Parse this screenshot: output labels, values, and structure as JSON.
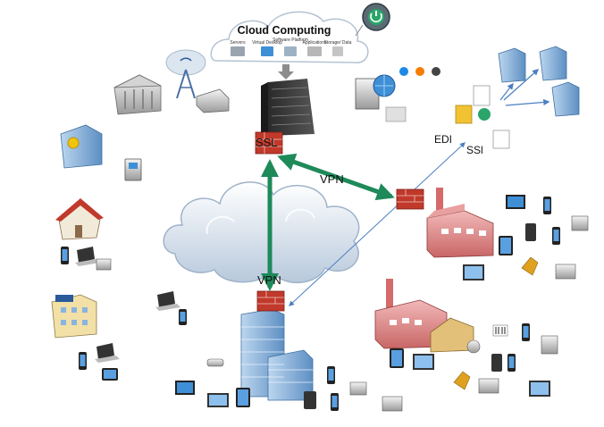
{
  "cloud_computing": {
    "title": "Cloud Computing",
    "services": [
      {
        "label": "Servers"
      },
      {
        "label": "Virtual Desktop"
      },
      {
        "label": "Software Platform"
      },
      {
        "label": "Applications"
      },
      {
        "label": "Storage/ Data"
      }
    ],
    "badge_icon": "power-button-icon"
  },
  "connections": {
    "ssl_label": "SSL",
    "vpn_label_top": "VPN",
    "vpn_label_bottom": "VPN",
    "edi_label": "EDI",
    "ssl_label_right": "SSl"
  },
  "icons": {
    "bank": "bank-building-icon",
    "wifi_tower": "wifi-tower-icon",
    "fax": "fax-machine-icon",
    "finance_building": "finance-building-icon",
    "atm": "atm-icon",
    "house": "house-icon",
    "hotel": "hotel-icon",
    "server_rack": "server-rack-icon",
    "web_server": "web-server-icon",
    "factory": "factory-icon",
    "office_building": "office-building-icon",
    "firewall": "firewall-icon",
    "central_cloud": "cloud-icon",
    "server_node": "server-tower-icon",
    "document": "document-icon"
  },
  "colors": {
    "vpn_arrow": "#1e8a5a",
    "firewall": "#c0392b",
    "thin_link": "#4a7fc1",
    "cloud_fill": "#e3ecf6"
  }
}
